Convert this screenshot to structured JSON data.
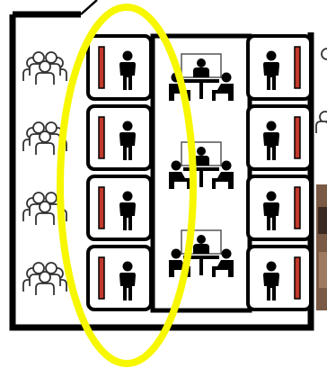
{
  "scene": {
    "frame_color": "#000000",
    "background": "#ffffff",
    "highlight_color": "#f7f700"
  },
  "groups": {
    "count": 4,
    "icon": "people-group-icon"
  },
  "booths_left": {
    "count": 4,
    "icon": "person-booth-icon",
    "bar_color": "#c0392b",
    "highlighted": true
  },
  "interviews": {
    "count": 3,
    "icon": "interview-table-icon"
  },
  "booths_right": {
    "count": 4,
    "icon": "person-booth-icon",
    "bar_color": "#c0392b"
  },
  "edge_fragments": {
    "icons": [
      "people-group-icon",
      "photo-fragment"
    ]
  }
}
